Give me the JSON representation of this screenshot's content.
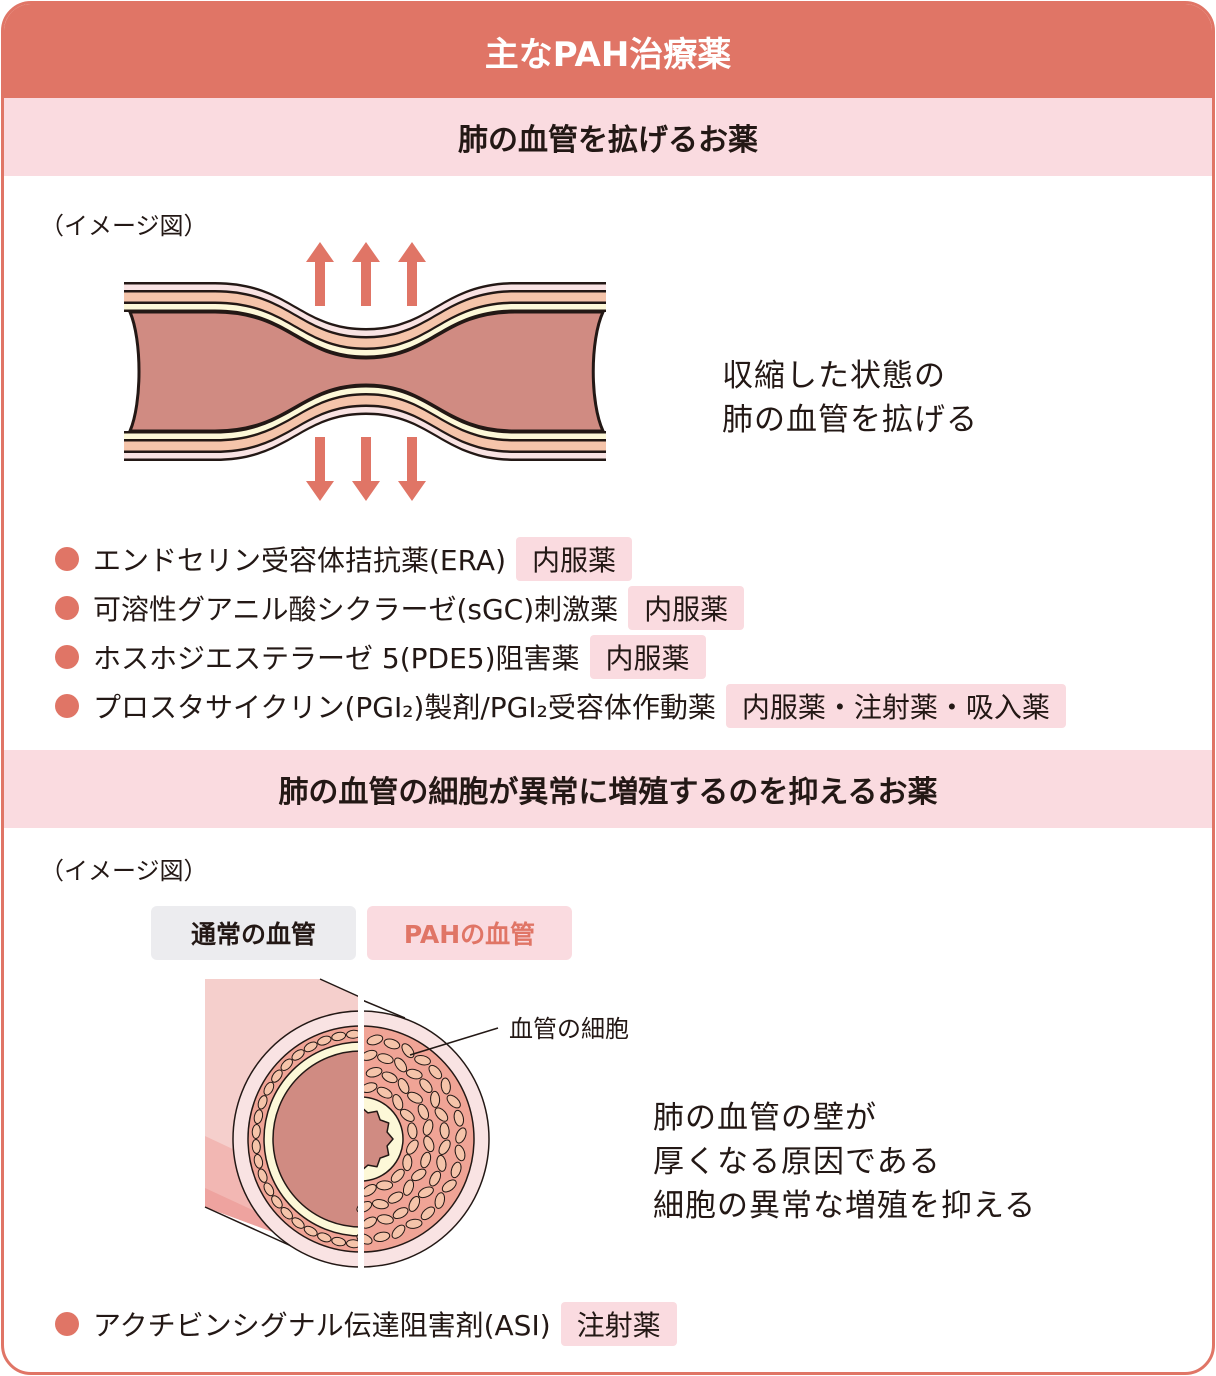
{
  "title": "主なPAH治療薬",
  "section1": {
    "heading": "肺の血管を拡げるお薬",
    "image_note": "（イメージ図）",
    "description": [
      "収縮した状態の",
      "肺の血管を拡げる"
    ],
    "drugs": [
      {
        "name": "エンドセリン受容体拮抗薬(ERA)",
        "route": "内服薬"
      },
      {
        "name": "可溶性グアニル酸シクラーゼ(sGC)刺激薬",
        "route": "内服薬"
      },
      {
        "name": "ホスホジエステラーゼ 5(PDE5)阻害薬",
        "route": "内服薬"
      },
      {
        "name": "プロスタサイクリン(PGI₂)製剤/PGI₂受容体作動薬",
        "route": "内服薬・注射薬・吸入薬"
      }
    ]
  },
  "section2": {
    "heading": "肺の血管の細胞が異常に増殖するのを抑えるお薬",
    "image_note": "（イメージ図）",
    "label_normal": "通常の血管",
    "label_pah": "PAHの血管",
    "cell_callout": "血管の細胞",
    "description": [
      "肺の血管の壁が",
      "厚くなる原因である",
      "細胞の異常な増殖を抑える"
    ],
    "drugs": [
      {
        "name": "アクチビンシグナル伝達阻害剤(ASI)",
        "route": "注射薬"
      }
    ]
  },
  "colors": {
    "accent": "#e07566",
    "band": "#fadbe0",
    "gray_label": "#ececef",
    "lumen": "#d08b82",
    "wall": "#f5c4aa",
    "cream": "#fdf8d8"
  }
}
